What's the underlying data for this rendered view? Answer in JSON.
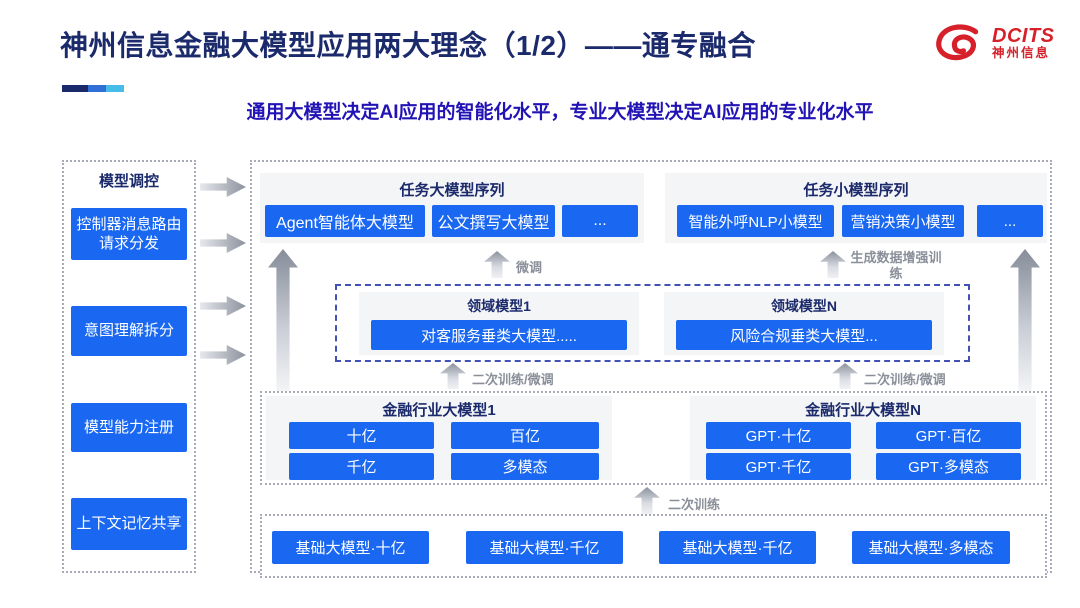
{
  "header": {
    "title": "神州信息金融大模型应用两大理念（1/2）——通专融合",
    "subtitle": "通用大模型决定AI应用的智能化水平，专业大模型决定AI应用的专业化水平",
    "logo": {
      "brand": "DCITS",
      "brand_cn": "神州信息"
    }
  },
  "sidebar": {
    "title": "模型调控",
    "items": [
      {
        "label": "控制器消息路由请求分发"
      },
      {
        "label": "意图理解拆分"
      },
      {
        "label": "模型能力注册"
      },
      {
        "label": "上下文记忆共享"
      }
    ]
  },
  "diagram": {
    "task_large_series": {
      "title": "任务大模型序列",
      "models": [
        "Agent智能体大模型",
        "公文撰写大模型",
        "..."
      ]
    },
    "task_small_series": {
      "title": "任务小模型序列",
      "models": [
        "智能外呼NLP小模型",
        "营销决策小模型",
        "..."
      ]
    },
    "annotations": {
      "finetune": "微调",
      "data_augment_training": "生成数据增强训练",
      "retrain_finetune_left": "二次训练/微调",
      "retrain_finetune_right": "二次训练/微调",
      "retrain": "二次训练"
    },
    "domain_models": [
      {
        "title": "领域模型1",
        "model": "对客服务垂类大模型....."
      },
      {
        "title": "领域模型N",
        "model": "风险合规垂类大模型..."
      }
    ],
    "industry_models": [
      {
        "title": "金融行业大模型1",
        "models": [
          "十亿",
          "百亿",
          "千亿",
          "多模态"
        ]
      },
      {
        "title": "金融行业大模型N",
        "models": [
          "GPT·十亿",
          "GPT·百亿",
          "GPT·千亿",
          "GPT·多模态"
        ]
      }
    ],
    "base_models": [
      "基础大模型·十亿",
      "基础大模型·千亿",
      "基础大模型·千亿",
      "基础大模型·多模态"
    ]
  },
  "colors": {
    "accent_blue": "#1a68f1",
    "title_navy": "#1b2a6b",
    "subtitle_blue": "#2213b5",
    "logo_red": "#d6212b",
    "annotation_gray": "#8a8f99"
  }
}
